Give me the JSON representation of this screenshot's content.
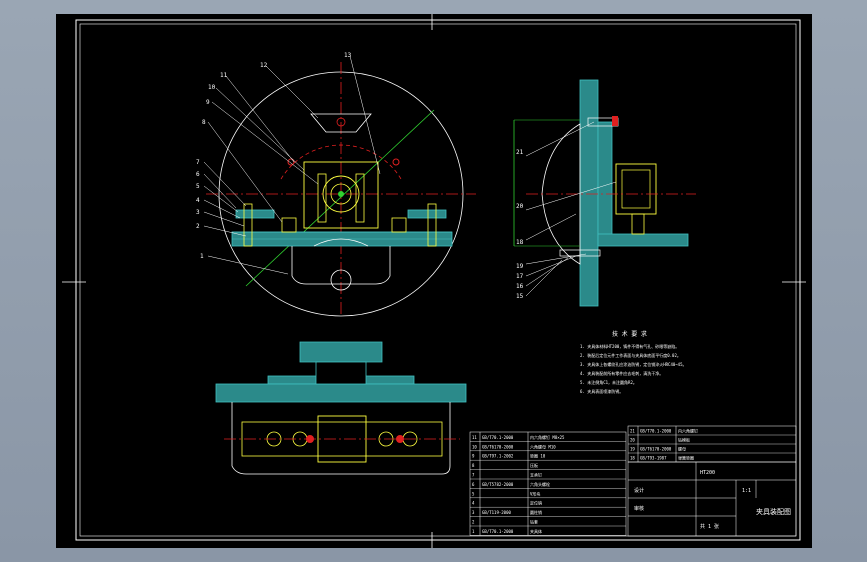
{
  "drawing": {
    "part_callouts_left": [
      "1",
      "2",
      "3",
      "4",
      "5",
      "6",
      "7",
      "8",
      "9",
      "10",
      "11",
      "12",
      "13"
    ],
    "part_callouts_right": [
      "15",
      "16",
      "17",
      "18",
      "19",
      "20",
      "21"
    ],
    "tech_requirements_title": "技 术 要 求",
    "tech_requirements_lines": [
      "1. 夹具体材料HT200，铸件不得有气孔、砂眼等缺陷。",
      "2. 装配后定位元件工作表面与夹具体底面平行度0.02。",
      "3. 夹具体上各螺纹孔应涂油防锈，定位销淬火HRC40~45。",
      "4. 夹具装配前所有零件应去毛刺，清洗干净。",
      "5. 未注倒角C1，未注圆角R2。",
      "6. 夹具表面喷漆防锈。"
    ]
  },
  "title_block": {
    "drawing_name": "夹具装配图",
    "scale": "1:1",
    "sheet": "共 1 张",
    "material": "HT200",
    "designer": "设计",
    "checker": "审核"
  },
  "parts_list": [
    {
      "no": "11",
      "code": "GB/T70.1-2000",
      "name": "内六角螺钉 M8×25"
    },
    {
      "no": "10",
      "code": "GB/T6170-2000",
      "name": "六角螺母 M10"
    },
    {
      "no": "9",
      "code": "GB/T97.1-2002",
      "name": "垫圈 10"
    },
    {
      "no": "8",
      "code": "",
      "name": "压板"
    },
    {
      "no": "7",
      "code": "",
      "name": "支承钉"
    },
    {
      "no": "6",
      "code": "GB/T5782-2000",
      "name": "六角头螺栓"
    },
    {
      "no": "5",
      "code": "",
      "name": "V形块"
    },
    {
      "no": "4",
      "code": "",
      "name": "定位销"
    },
    {
      "no": "3",
      "code": "GB/T119-2000",
      "name": "圆柱销"
    },
    {
      "no": "2",
      "code": "",
      "name": "钻套"
    },
    {
      "no": "1",
      "code": "GB/T70.1-2000",
      "name": "夹具体"
    }
  ],
  "parts_list_right": [
    {
      "no": "21",
      "code": "GB/T70.1-2000",
      "name": "内六角螺钉"
    },
    {
      "no": "20",
      "code": "",
      "name": "钻模板"
    },
    {
      "no": "19",
      "code": "GB/T6170-2000",
      "name": "螺母"
    },
    {
      "no": "18",
      "code": "GB/T93-1987",
      "name": "弹簧垫圈"
    }
  ]
}
